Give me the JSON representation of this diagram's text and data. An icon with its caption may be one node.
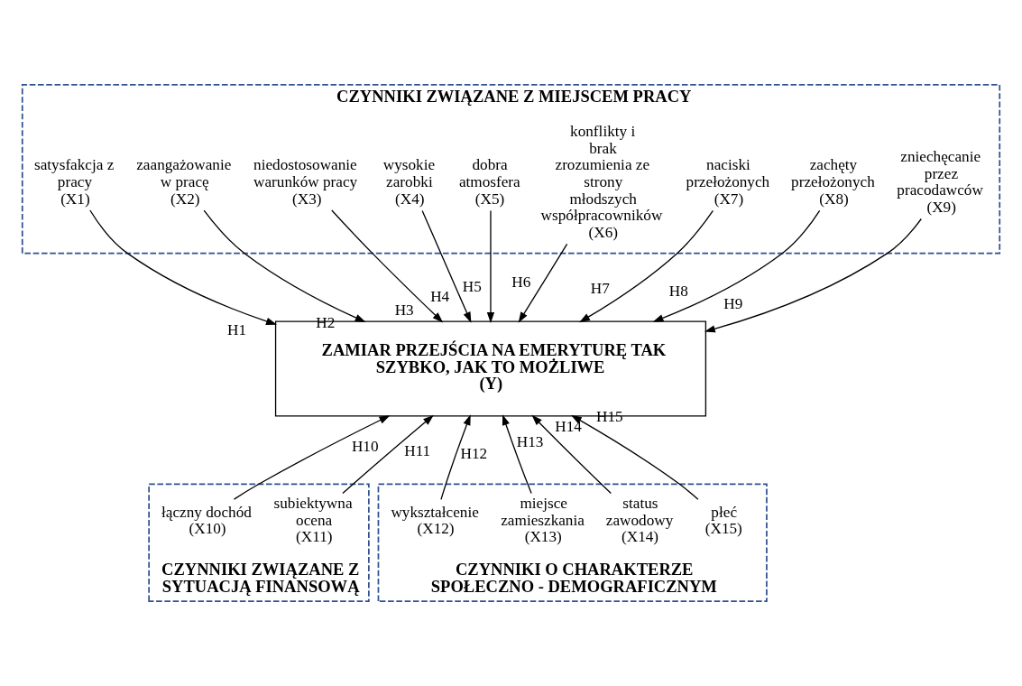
{
  "diagram": {
    "nodes": [
      {
        "text": [
          "CZYNNIKI ZWIĄZANE Z MIEJSCEM PRACY"
        ]
      },
      {
        "text": [
          "satysfakcja z pracy",
          "(X1)"
        ],
        "in": 0
      },
      {
        "text": [
          "zaangażowanie w pracę",
          "(X2)"
        ],
        "in": 0
      },
      {
        "text": [
          "niedostosowanie warunków pracy",
          "(X3)"
        ],
        "in": 0
      },
      {
        "text": [
          "wysokie zarobki",
          "(X4)"
        ],
        "in": 0
      },
      {
        "text": [
          "dobra atmosfera",
          "(X5)"
        ],
        "in": 0
      },
      {
        "text": [
          "konflikty i brak zrozumienia ze strony młodszych współpracowników",
          "(X6)"
        ],
        "in": 0
      },
      {
        "text": [
          "naciski przełożonych",
          "(X7)"
        ],
        "in": 0
      },
      {
        "text": [
          "zachęty przełożonych",
          "(X8)"
        ],
        "in": 0
      },
      {
        "text": [
          "zniechęcanie przez pracodawców",
          "(X9)"
        ],
        "in": 0
      },
      {
        "text": [
          "ZAMIAR PRZEJŚCIA NA EMERYTURĘ TAK SZYBKO, JAK TO MOŻLIWE",
          "(Y)"
        ]
      },
      {
        "text": [
          "CZYNNIKI ZWIĄZANE Z SYTUACJĄ FINANSOWĄ"
        ]
      },
      {
        "text": [
          "łączny dochód",
          "(X10)"
        ],
        "in": 11
      },
      {
        "text": [
          "subiektywna ocena",
          "(X11)"
        ],
        "in": 11
      },
      {
        "text": [
          "CZYNNIKI O CHARAKTERZE SPOŁECZNO - DEMOGRAFICZNYM"
        ]
      },
      {
        "text": [
          "wykształcenie",
          "(X12)"
        ],
        "in": 14
      },
      {
        "text": [
          "miejsce zamieszkania",
          "(X13)"
        ],
        "in": 14
      },
      {
        "text": [
          "status zawodowy",
          "(X14)"
        ],
        "in": 14
      },
      {
        "text": [
          "płeć",
          "(X15)"
        ],
        "in": 14
      }
    ],
    "edges": [
      {
        "from": 1,
        "to": 10,
        "arrow": "to",
        "label": "H1"
      },
      {
        "from": 2,
        "to": 10,
        "arrow": "to",
        "label": "H2"
      },
      {
        "from": 3,
        "to": 10,
        "arrow": "to",
        "label": "H3"
      },
      {
        "from": 4,
        "to": 10,
        "arrow": "to",
        "label": "H4"
      },
      {
        "from": 5,
        "to": 10,
        "arrow": "to",
        "label": "H5"
      },
      {
        "from": 6,
        "to": 10,
        "arrow": "to",
        "label": "H6"
      },
      {
        "from": 7,
        "to": 10,
        "arrow": "to",
        "label": "H7"
      },
      {
        "from": 8,
        "to": 10,
        "arrow": "to",
        "label": "H8"
      },
      {
        "from": 9,
        "to": 10,
        "arrow": "to",
        "label": "H9"
      },
      {
        "from": 12,
        "to": 10,
        "arrow": "to",
        "label": "H10"
      },
      {
        "from": 13,
        "to": 10,
        "arrow": "to",
        "label": "H11"
      },
      {
        "from": 15,
        "to": 10,
        "arrow": "to",
        "label": "H12"
      },
      {
        "from": 16,
        "to": 10,
        "arrow": "to",
        "label": "H13"
      },
      {
        "from": 17,
        "to": 10,
        "arrow": "to",
        "label": "H14"
      },
      {
        "from": 18,
        "to": 10,
        "arrow": "to",
        "label": "H15"
      }
    ]
  }
}
